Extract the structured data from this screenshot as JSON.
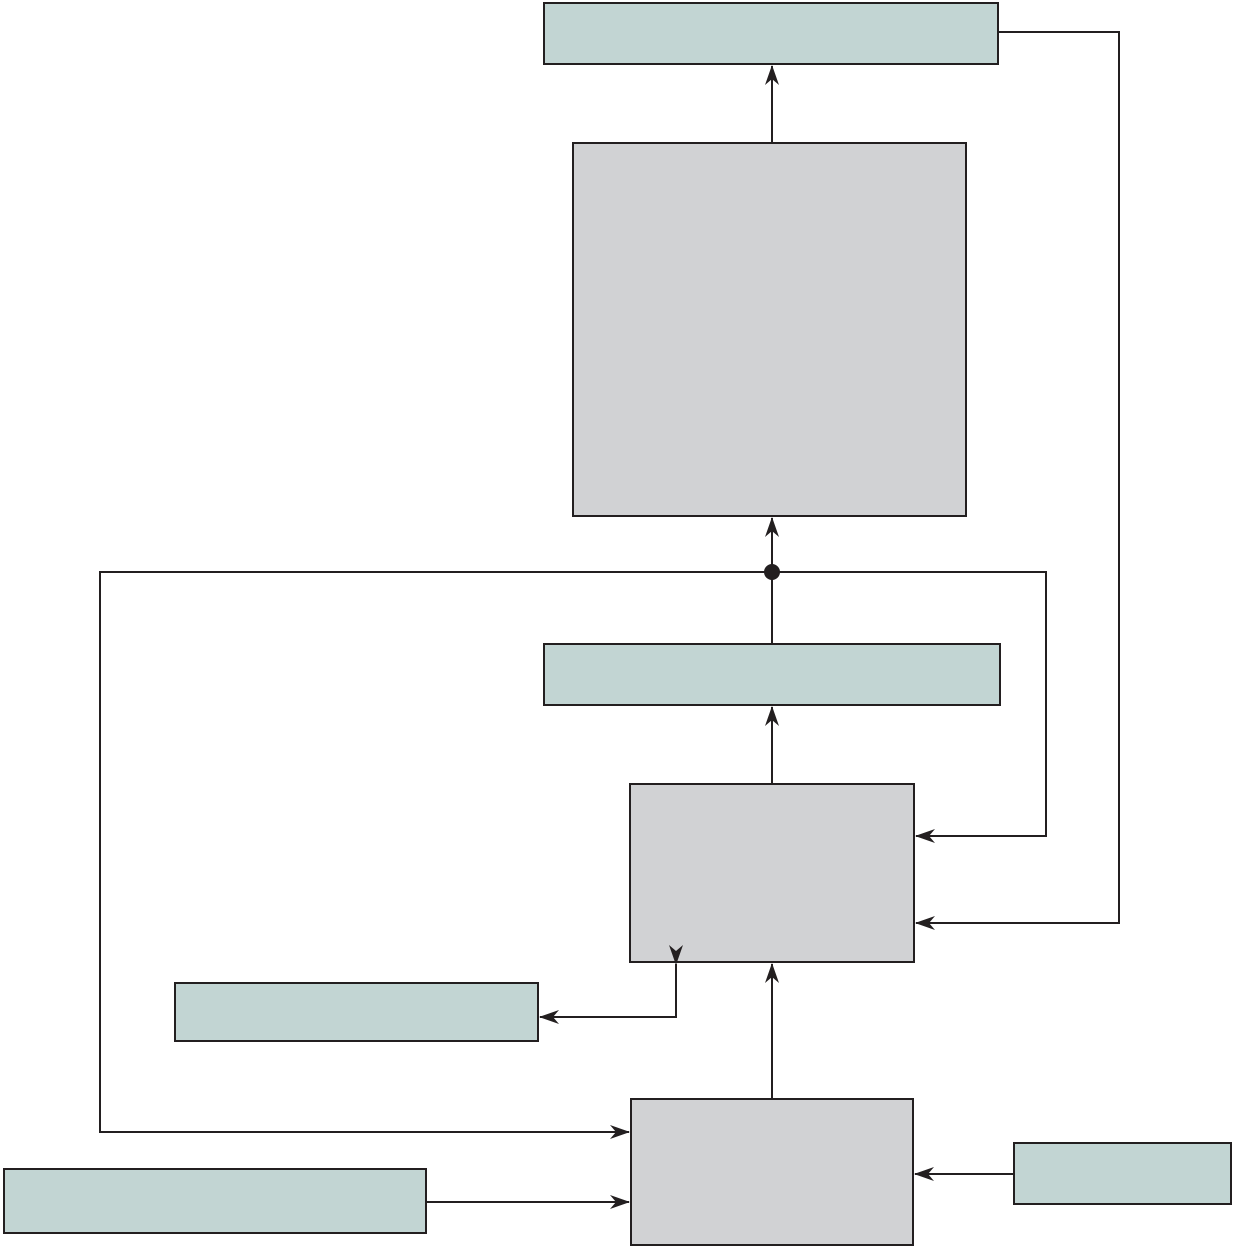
{
  "colors": {
    "gray_box": "#d1d2d4",
    "teal_box": "#c2d5d3",
    "stroke": "#231f20",
    "background": "#ffffff"
  },
  "boxes": [
    {
      "id": "top-teal-box",
      "style": "teal",
      "text": ""
    },
    {
      "id": "large-gray-box",
      "style": "gray",
      "text": ""
    },
    {
      "id": "middle-teal-box",
      "style": "teal",
      "text": ""
    },
    {
      "id": "middle-gray-box",
      "style": "gray",
      "text": ""
    },
    {
      "id": "left-teal-box",
      "style": "teal",
      "text": ""
    },
    {
      "id": "bottom-gray-box",
      "style": "gray",
      "text": ""
    },
    {
      "id": "bottom-left-teal-box",
      "style": "teal",
      "text": ""
    },
    {
      "id": "bottom-right-teal-box",
      "style": "teal",
      "text": ""
    }
  ],
  "connectors": [
    {
      "id": "large-gray-to-top-teal",
      "from": "large-gray-box",
      "to": "top-teal-box"
    },
    {
      "id": "middle-teal-to-large-gray",
      "from": "middle-teal-box",
      "to": "large-gray-box"
    },
    {
      "id": "middle-gray-to-middle-teal",
      "from": "middle-gray-box",
      "to": "middle-teal-box"
    },
    {
      "id": "junction-to-middle-gray",
      "from": "junction-node",
      "to": "middle-gray-box"
    },
    {
      "id": "top-teal-feedback-to-middle-gray",
      "from": "top-teal-box",
      "to": "middle-gray-box"
    },
    {
      "id": "middle-gray-to-left-teal",
      "from": "middle-gray-box",
      "to": "left-teal-box"
    },
    {
      "id": "bottom-gray-to-middle-gray",
      "from": "bottom-gray-box",
      "to": "middle-gray-box"
    },
    {
      "id": "junction-feedback-to-bottom-gray",
      "from": "junction-node",
      "to": "bottom-gray-box"
    },
    {
      "id": "bottom-left-teal-to-bottom-gray",
      "from": "bottom-left-teal-box",
      "to": "bottom-gray-box"
    },
    {
      "id": "bottom-right-teal-to-bottom-gray",
      "from": "bottom-right-teal-box",
      "to": "bottom-gray-box"
    }
  ]
}
